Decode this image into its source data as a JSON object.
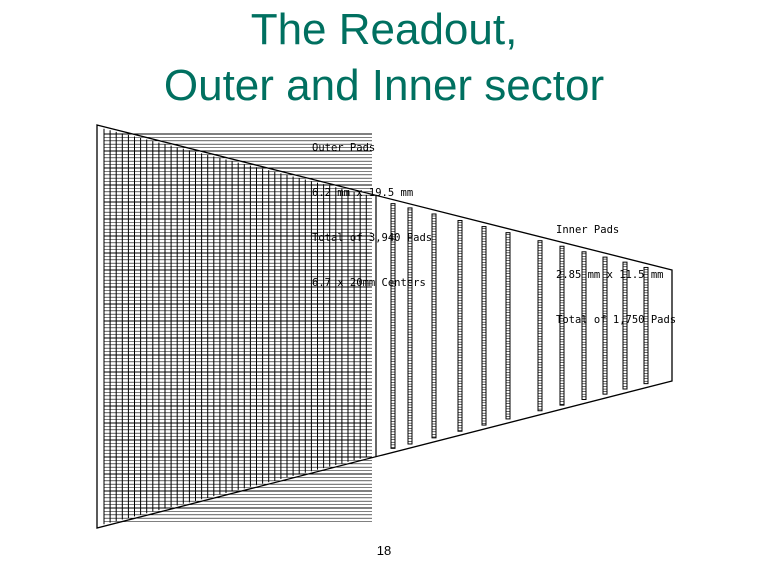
{
  "slide": {
    "title_line1": "The Readout,",
    "title_line2": "Outer and Inner sector",
    "page_number": "18",
    "title_color": "#007060"
  },
  "outer_pads": {
    "line1": "Outer Pads",
    "line2": "6.2 mm x 19.5 mm",
    "line3": "Total of 3,940 Pads",
    "line4": "6.7 x 20mm Centers"
  },
  "inner_pads": {
    "line1": "Inner Pads",
    "line2": "2.85 mm x 11.5 mm",
    "line3": "Total of 1,750 Pads"
  }
}
